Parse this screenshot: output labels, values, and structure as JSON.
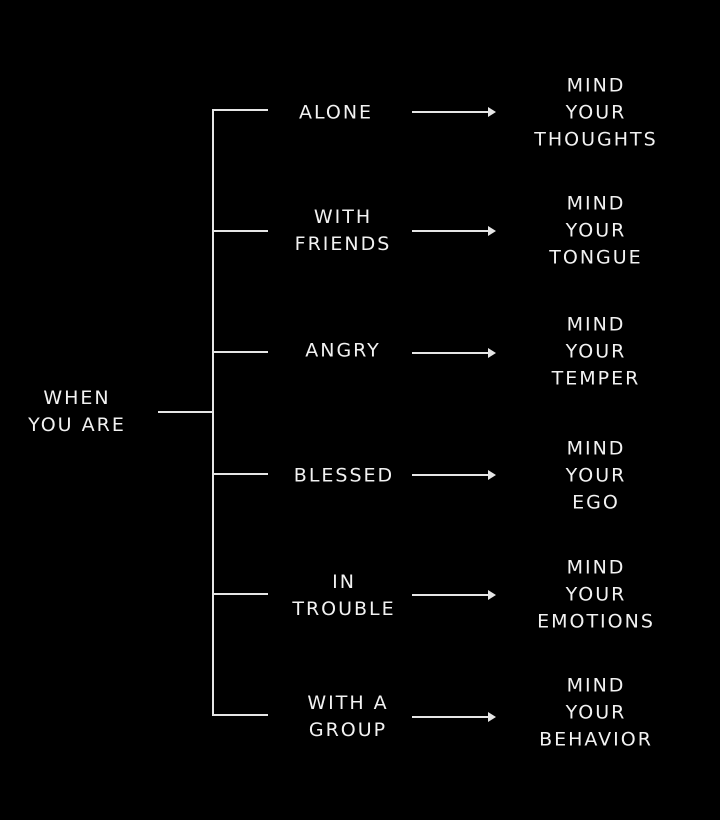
{
  "root": {
    "label": "WHEN\nYOU ARE"
  },
  "branches": [
    {
      "condition": "ALONE",
      "result": "MIND YOUR\nTHOUGHTS"
    },
    {
      "condition": "WITH\nFRIENDS",
      "result": "MIND YOUR\nTONGUE"
    },
    {
      "condition": "ANGRY",
      "result": "MIND YOUR\nTEMPER"
    },
    {
      "condition": "BLESSED",
      "result": "MIND YOUR\nEGO"
    },
    {
      "condition": "IN\nTROUBLE",
      "result": "MIND YOUR\nEMOTIONS"
    },
    {
      "condition": "WITH A\nGROUP",
      "result": "MIND YOUR\nBEHAVIOR"
    }
  ],
  "colors": {
    "background": "#000000",
    "text": "#f2f2f2",
    "lines": "#e6e6e6"
  }
}
